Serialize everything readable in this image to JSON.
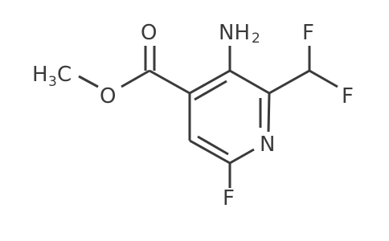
{
  "molecule": {
    "atoms": {
      "amino_label": "NH",
      "amino_subscript": "2",
      "methyl_label": "H",
      "methyl_subscript": "3",
      "methyl_carbon": "C",
      "ring_nitrogen": "N",
      "ester_carbonyl_oxygen": "O",
      "ester_ether_oxygen": "O",
      "ring_fluorine": "F",
      "difluoro_f1": "F",
      "difluoro_f2": "F"
    },
    "colors": {
      "bond": "#3a3a3a",
      "label": "#3a3a3a",
      "background": "#ffffff"
    }
  }
}
